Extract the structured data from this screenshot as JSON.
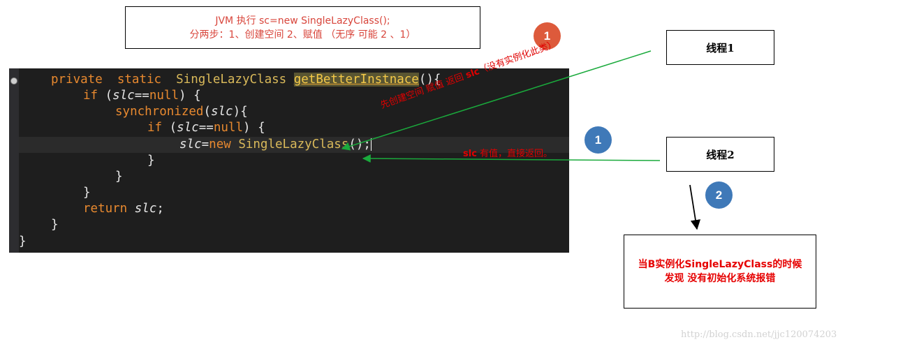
{
  "note": {
    "line1": "JVM 执行 sc=new SingleLazyClass();",
    "line2": "分两步：1、创建空间 2、赋值 （无序 可能 2 、1）"
  },
  "threads": {
    "thread1": "线程1",
    "thread2": "线程2"
  },
  "result": {
    "line1": "当B实例化SingleLazyClass的时候",
    "line2": "发现 没有初始化系统报错"
  },
  "steps": {
    "red_1": "1",
    "blue_1": "1",
    "blue_2": "2"
  },
  "annotations": {
    "thread1_prefix": "先创建空间 赋值 返回 ",
    "thread1_var": "slc",
    "thread1_suffix": "（没有实例化此类）",
    "thread2_var": "slc",
    "thread2_suffix": " 有值，直接返回。"
  },
  "code": {
    "l1_private": "private",
    "l1_static": "static",
    "l1_type": "SingleLazyClass",
    "l1_method": "getBetterInstnace",
    "l1_tail": "(){",
    "l2_if": "if",
    "l2_open": " (",
    "l2_var": "slc",
    "l2_eq": "==",
    "l2_null": "null",
    "l2_close": ") {",
    "l3_sync": "synchronized",
    "l3_open": "(",
    "l3_var": "slc",
    "l3_close": "){",
    "l4_if": "if",
    "l4_open": " (",
    "l4_var": "slc",
    "l4_eq": "==",
    "l4_null": "null",
    "l4_close": ") {",
    "l5_var": "slc",
    "l5_eq": "=",
    "l5_new": "new",
    "l5_type": "SingleLazyClass",
    "l5_tail": "();",
    "brace_close": "}",
    "l9_return": "return",
    "l9_var": "slc",
    "l9_semi": ";"
  },
  "watermark": "http://blog.csdn.net/jjc120074203",
  "colors": {
    "red_circle": "#dd5a3b",
    "blue_circle": "#3f79b8",
    "arrow_green": "#1aaa3c",
    "annotation_red": "#e00000",
    "code_bg": "#1e1e1e",
    "keyword": "#e8892f"
  }
}
